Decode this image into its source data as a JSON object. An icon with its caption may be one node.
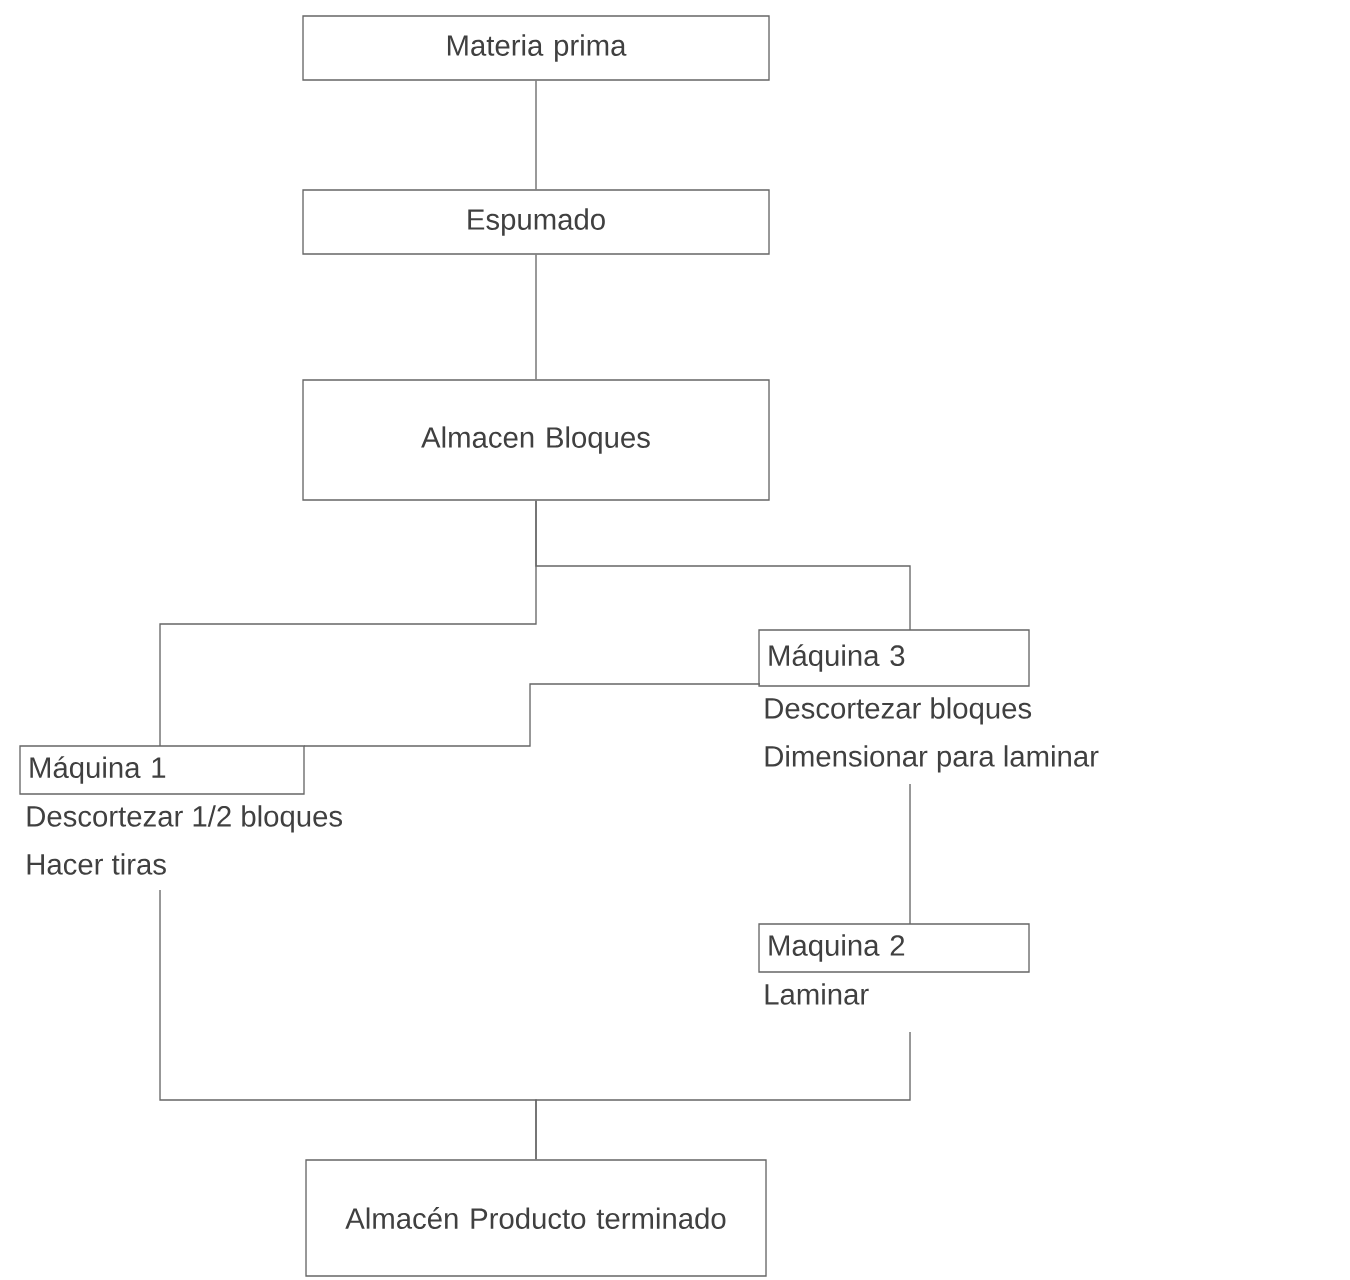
{
  "diagram": {
    "nodes": [
      {
        "text": [
          "Materia prima"
        ]
      },
      {
        "text": [
          "Espumado"
        ]
      },
      {
        "text": [
          "Almacen Bloques"
        ]
      },
      {
        "text": [
          "Máquina 3"
        ],
        "beside": [
          "Descortezar bloques",
          "Dimensionar para laminar"
        ]
      },
      {
        "text": [
          "Máquina 1"
        ],
        "beside": [
          "Descortezar 1/2 bloques",
          "Hacer tiras"
        ]
      },
      {
        "text": [
          "Maquina 2"
        ],
        "beside": [
          "Laminar"
        ]
      },
      {
        "text": [
          "Almacén Producto terminado"
        ]
      }
    ],
    "edges": [
      {
        "from": 0,
        "to": 1,
        "arrow": "none"
      },
      {
        "from": 1,
        "to": 2,
        "arrow": "none"
      },
      {
        "from": 2,
        "to": 4,
        "arrow": "none"
      },
      {
        "from": 2,
        "to": 3,
        "arrow": "none"
      },
      {
        "from": 3,
        "to": 4,
        "arrow": "none"
      },
      {
        "from": 3,
        "to": 5,
        "arrow": "none"
      },
      {
        "from": 4,
        "to": 6,
        "arrow": "none"
      },
      {
        "from": 5,
        "to": 6,
        "arrow": "none"
      }
    ]
  }
}
